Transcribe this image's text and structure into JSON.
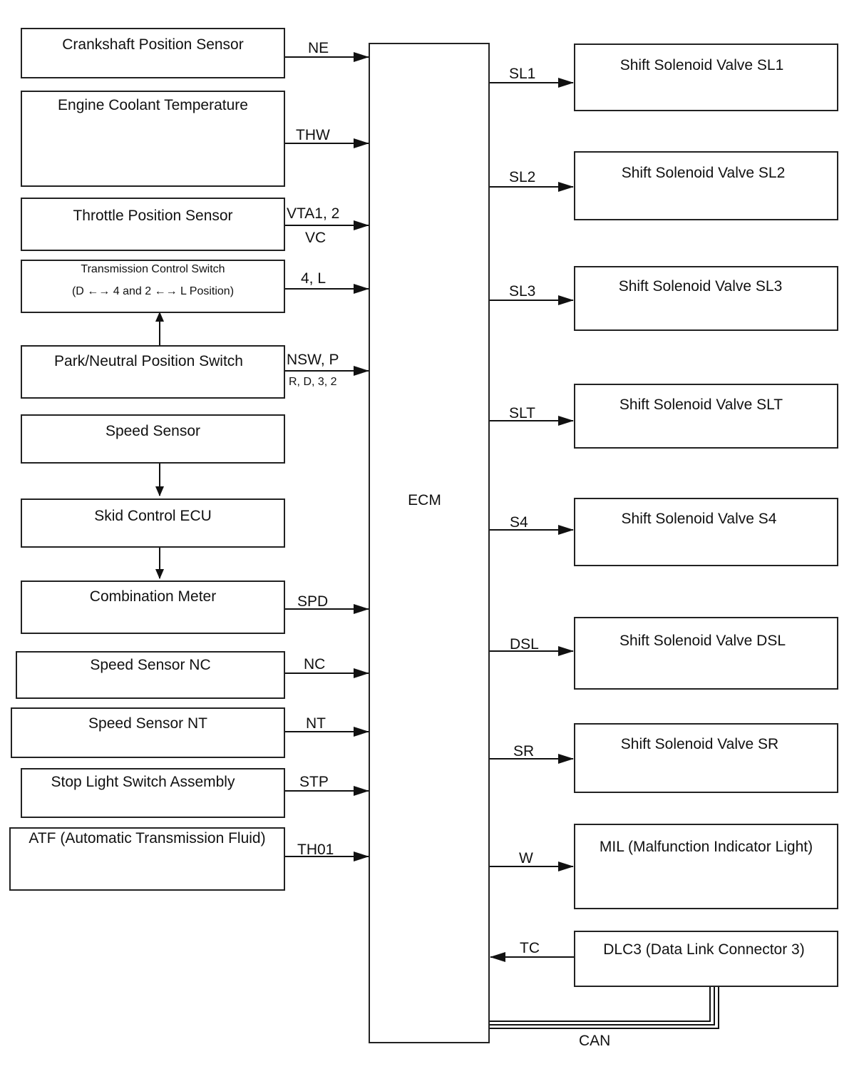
{
  "inputs": [
    {
      "label": "Crankshaft Position Sensor",
      "signal": "NE"
    },
    {
      "label": "Engine Coolant Temperature",
      "signal": "THW"
    },
    {
      "label": "Throttle Position Sensor",
      "signal": "VTA1, 2",
      "signal2": "VC"
    },
    {
      "label": "Transmission Control Switch",
      "label2": "(D ←→ 4 and 2 ←→ L Position)",
      "signal": "4, L"
    },
    {
      "label": "Park/Neutral Position Switch",
      "signal": "NSW, P",
      "signal2": "R, D, 3, 2"
    },
    {
      "label": "Speed Sensor"
    },
    {
      "label": "Skid Control ECU"
    },
    {
      "label": "Combination Meter",
      "signal": "SPD"
    },
    {
      "label": "Speed Sensor NC",
      "signal": "NC"
    },
    {
      "label": "Speed Sensor NT",
      "signal": "NT"
    },
    {
      "label": "Stop Light Switch Assembly",
      "signal": "STP"
    },
    {
      "label": "ATF (Automatic Transmission Fluid)",
      "signal": "TH01"
    }
  ],
  "ecm": {
    "label": "ECM"
  },
  "outputs": [
    {
      "label": "Shift Solenoid Valve SL1",
      "signal": "SL1"
    },
    {
      "label": "Shift Solenoid Valve SL2",
      "signal": "SL2"
    },
    {
      "label": "Shift Solenoid Valve SL3",
      "signal": "SL3"
    },
    {
      "label": "Shift Solenoid Valve SLT",
      "signal": "SLT"
    },
    {
      "label": "Shift Solenoid Valve S4",
      "signal": "S4"
    },
    {
      "label": "Shift Solenoid Valve DSL",
      "signal": "DSL"
    },
    {
      "label": "Shift Solenoid Valve SR",
      "signal": "SR"
    },
    {
      "label": "MIL (Malfunction Indicator Light)",
      "signal": "W"
    },
    {
      "label": "DLC3 (Data Link Connector 3)",
      "signal": "TC"
    }
  ],
  "bus": {
    "label": "CAN"
  }
}
